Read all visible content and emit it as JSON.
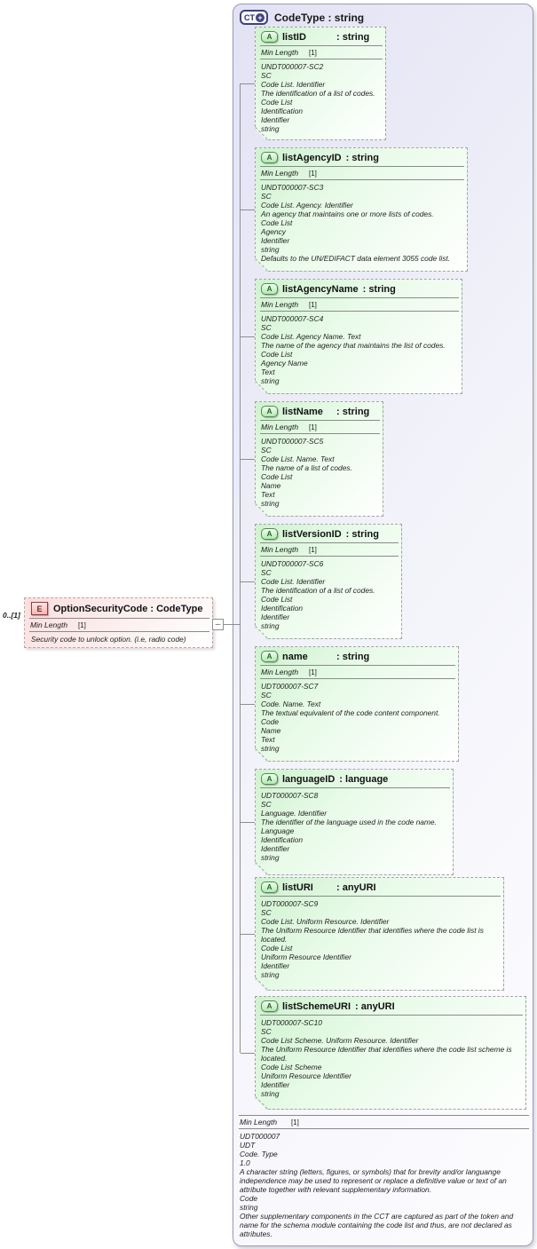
{
  "element": {
    "badge": "E",
    "title": "OptionSecurityCode : CodeType",
    "occurrence": "0..[1]",
    "facet_name": "Min Length",
    "facet_value": "[1]",
    "annotation": "Security code to unlock option. (i.e, radio code)"
  },
  "connector": {
    "minus_glyph": "–"
  },
  "complex_type": {
    "badge": "CT",
    "plus_glyph": "+",
    "title": "CodeType : string",
    "attribute_badge": "A",
    "attributes": [
      {
        "name": "listID",
        "type": ": string",
        "facet_name": "Min Length",
        "facet_value": "[1]",
        "lines": [
          "UNDT000007-SC2",
          "SC",
          "Code List. Identifier",
          "The identification of a list of codes.",
          "Code List",
          "Identification",
          "Identifier",
          "string"
        ]
      },
      {
        "name": "listAgencyID",
        "type": ": string",
        "facet_name": "Min Length",
        "facet_value": "[1]",
        "lines": [
          "UNDT000007-SC3",
          "SC",
          "Code List. Agency. Identifier",
          "An agency that maintains one or more lists of codes.",
          "Code List",
          "Agency",
          "Identifier",
          "string",
          "Defaults to the UN/EDIFACT data element 3055 code list."
        ]
      },
      {
        "name": "listAgencyName",
        "type": ": string",
        "facet_name": "Min Length",
        "facet_value": "[1]",
        "lines": [
          "UNDT000007-SC4",
          "SC",
          "Code List. Agency Name. Text",
          "The name of the agency that maintains the list of codes.",
          "Code List",
          "Agency Name",
          "Text",
          "string"
        ]
      },
      {
        "name": "listName",
        "type": ": string",
        "facet_name": "Min Length",
        "facet_value": "[1]",
        "lines": [
          "UNDT000007-SC5",
          "SC",
          "Code List. Name. Text",
          "The name of a list of codes.",
          "Code List",
          "Name",
          "Text",
          "string"
        ]
      },
      {
        "name": "listVersionID",
        "type": ": string",
        "facet_name": "Min Length",
        "facet_value": "[1]",
        "lines": [
          "UNDT000007-SC6",
          "SC",
          "Code List. Identifier",
          "The identification of a list of codes.",
          "Code List",
          "Identification",
          "Identifier",
          "string"
        ]
      },
      {
        "name": "name",
        "type": ": string",
        "facet_name": "Min Length",
        "facet_value": "[1]",
        "lines": [
          "UDT000007-SC7",
          "SC",
          "Code. Name. Text",
          "The textual equivalent of the code content component.",
          "Code",
          "Name",
          "Text",
          "string"
        ]
      },
      {
        "name": "languageID",
        "type": ": language",
        "lines": [
          "UDT000007-SC8",
          "SC",
          "Language. Identifier",
          "The identifier of the language used in the code name.",
          "Language",
          "Identification",
          "Identifier",
          "string"
        ]
      },
      {
        "name": "listURI",
        "type": ": anyURI",
        "lines": [
          "UDT000007-SC9",
          "SC",
          "Code List. Uniform Resource. Identifier",
          "The Uniform Resource Identifier that identifies where the code list is located.",
          "Code List",
          "Uniform Resource Identifier",
          "Identifier",
          "string"
        ]
      },
      {
        "name": "listSchemeURI",
        "type": ": anyURI",
        "lines": [
          "UDT000007-SC10",
          "SC",
          "Code List Scheme. Uniform Resource. Identifier",
          "The Uniform Resource Identifier that identifies where the code list scheme is located.",
          "Code List Scheme",
          "Uniform Resource Identifier",
          "Identifier",
          "string"
        ]
      }
    ],
    "footer": {
      "facet_name": "Min Length",
      "facet_value": "[1]",
      "lines": [
        "UDT000007",
        "UDT",
        "Code. Type",
        "1.0",
        "A character string (letters, figures, or symbols) that for brevity and/or languange independence may be used to represent or replace a definitive value or text of an attribute together with relevant supplementary information.",
        "Code",
        "string",
        "Other supplementary components in the CCT are captured as part of the token and name for the schema module containing the code list and thus, are not declared as attributes."
      ]
    }
  },
  "colors": {
    "type_box_border": "#9a9ab8",
    "type_box_fill": "#e2e2f4",
    "attribute_fill": "#cff2cf",
    "attribute_badge_border": "#4a8f4a",
    "element_fill": "#fbdede",
    "element_badge_border": "#a03535",
    "connector_line": "#8f8f8f"
  }
}
